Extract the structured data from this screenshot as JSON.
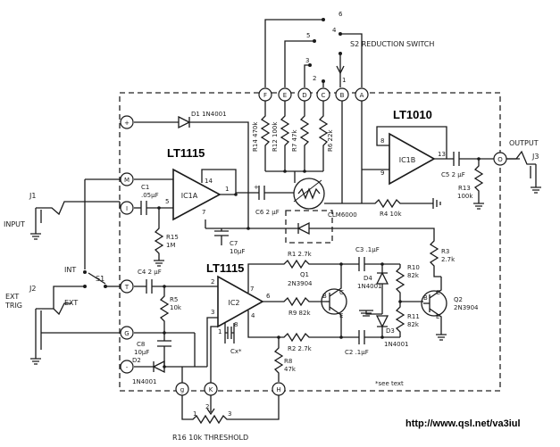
{
  "chips": {
    "ic1a_part": "LT1115",
    "ic2_part": "LT1115",
    "ic1b_part": "LT1010",
    "ic1a": "IC1A",
    "ic1b": "IC1B",
    "ic2": "IC2"
  },
  "pins": {
    "ic1a_14": "14",
    "ic1a_5": "5",
    "ic1a_1": "1",
    "ic1a_7": "7",
    "ic1b_8": "8",
    "ic1b_9": "9",
    "ic1b_13": "13",
    "ic2_2": "2",
    "ic2_3": "3",
    "ic2_1": "1",
    "ic2_8": "8",
    "ic2_4": "4",
    "ic2_6": "6",
    "ic2_7": "7",
    "r16_1": "1",
    "r16_2": "2",
    "r16_3": "3"
  },
  "terminals": {
    "plus": "+",
    "M": "M",
    "I": "I",
    "T": "T",
    "G": "G",
    "minus": "-",
    "F": "F",
    "E": "E",
    "D": "D",
    "C": "C",
    "B": "B",
    "A": "A",
    "g": "g",
    "K": "K",
    "H": "H",
    "O": "O"
  },
  "switch": {
    "s2": "S2 REDUCTION SWITCH",
    "pos6": "6",
    "pos5": "5",
    "pos4": "4",
    "pos3": "3",
    "pos2": "2",
    "pos1": "1",
    "s1": "S1",
    "int": "INT",
    "ext": "EXT"
  },
  "jacks": {
    "j1": "J1",
    "input": "INPUT",
    "j2": "J2",
    "ext_trig_1": "EXT",
    "ext_trig_2": "TRIG",
    "j3": "J3",
    "output": "OUTPUT"
  },
  "parts": {
    "d1": "D1 1N4001",
    "c1_a": "C1",
    "c1_b": ".05µF",
    "r15_a": "R15",
    "r15_b": "1M",
    "r14": "R14 470k",
    "r12": "R12 100k",
    "r7": "R7 47k",
    "r6": "R6 22k",
    "c6": "C6 2 µF",
    "clm": "CLM6000",
    "r4": "R4 10k",
    "c5": "C5 2 µF",
    "r13_a": "R13",
    "r13_b": "100k",
    "c7_a": "C7",
    "c7_b": "10µF",
    "c4": "C4 2 µF",
    "r5_a": "R5",
    "r5_b": "10k",
    "r1": "R1 2.7k",
    "c3": "C3 .1µF",
    "r3_a": "R3",
    "r3_b": "2.7k",
    "q1_a": "Q1",
    "q1_b": "2N3904",
    "d4_a": "D4",
    "d4_b": "1N4001",
    "r10_a": "R10",
    "r10_b": "82k",
    "q2_a": "Q2",
    "q2_b": "2N3904",
    "r9": "R9 82k",
    "r11_a": "R11",
    "r11_b": "82k",
    "d3_a": "D3",
    "d3_b": "1N4001",
    "r2": "R2 2.7k",
    "c2": "C2 .1µF",
    "c8_a": "C8",
    "c8_b": "10µF",
    "d2_a": "D2",
    "d2_b": "1N4001",
    "cx": "Cx*",
    "r8_a": "R8",
    "r8_b": "47k",
    "r16": "R16 10k THRESHOLD",
    "see_text": "*see text"
  },
  "url": "http://www.qsl.net/va3iul"
}
